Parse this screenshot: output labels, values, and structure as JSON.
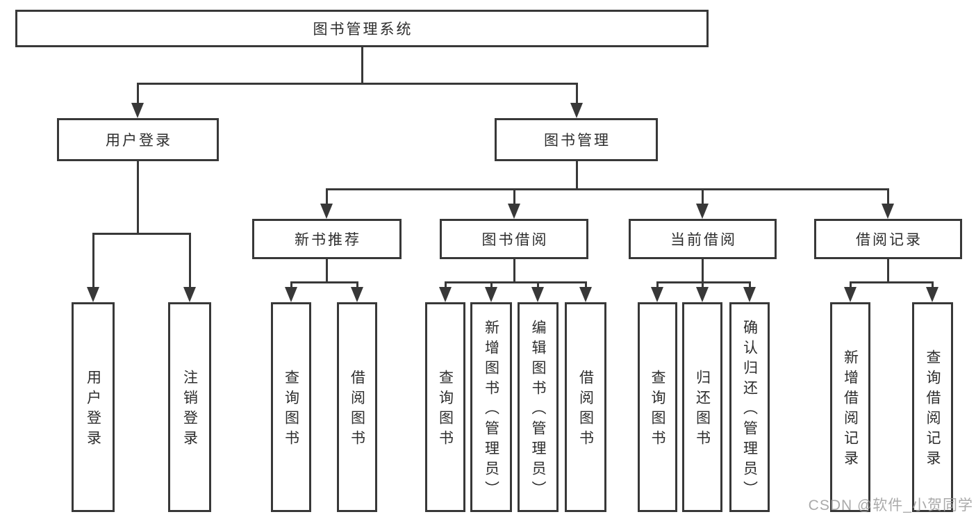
{
  "title": "图书管理系统",
  "watermark": "CSDN @软件_小贺同学",
  "colors": {
    "line": "#383838",
    "text": "#2d2d2d",
    "background": "#ffffff",
    "watermark": "#9b9b9b"
  },
  "diagram_type": "hierarchy-tree",
  "tree": {
    "root": {
      "label": "图书管理系统"
    },
    "branches": [
      {
        "label": "用户登录",
        "children": [
          "用户登录",
          "注销登录"
        ]
      },
      {
        "label": "图书管理",
        "children": [
          {
            "label": "新书推荐",
            "children": [
              "查询图书",
              "借阅图书"
            ]
          },
          {
            "label": "图书借阅",
            "children": [
              "查询图书",
              "新增图书（管理员）",
              "编辑图书（管理员）",
              "借阅图书"
            ]
          },
          {
            "label": "当前借阅",
            "children": [
              "查询图书",
              "归还图书",
              "确认归还（管理员）"
            ]
          },
          {
            "label": "借阅记录",
            "children": [
              "新增借阅记录",
              "查询借阅记录"
            ]
          }
        ]
      }
    ]
  }
}
